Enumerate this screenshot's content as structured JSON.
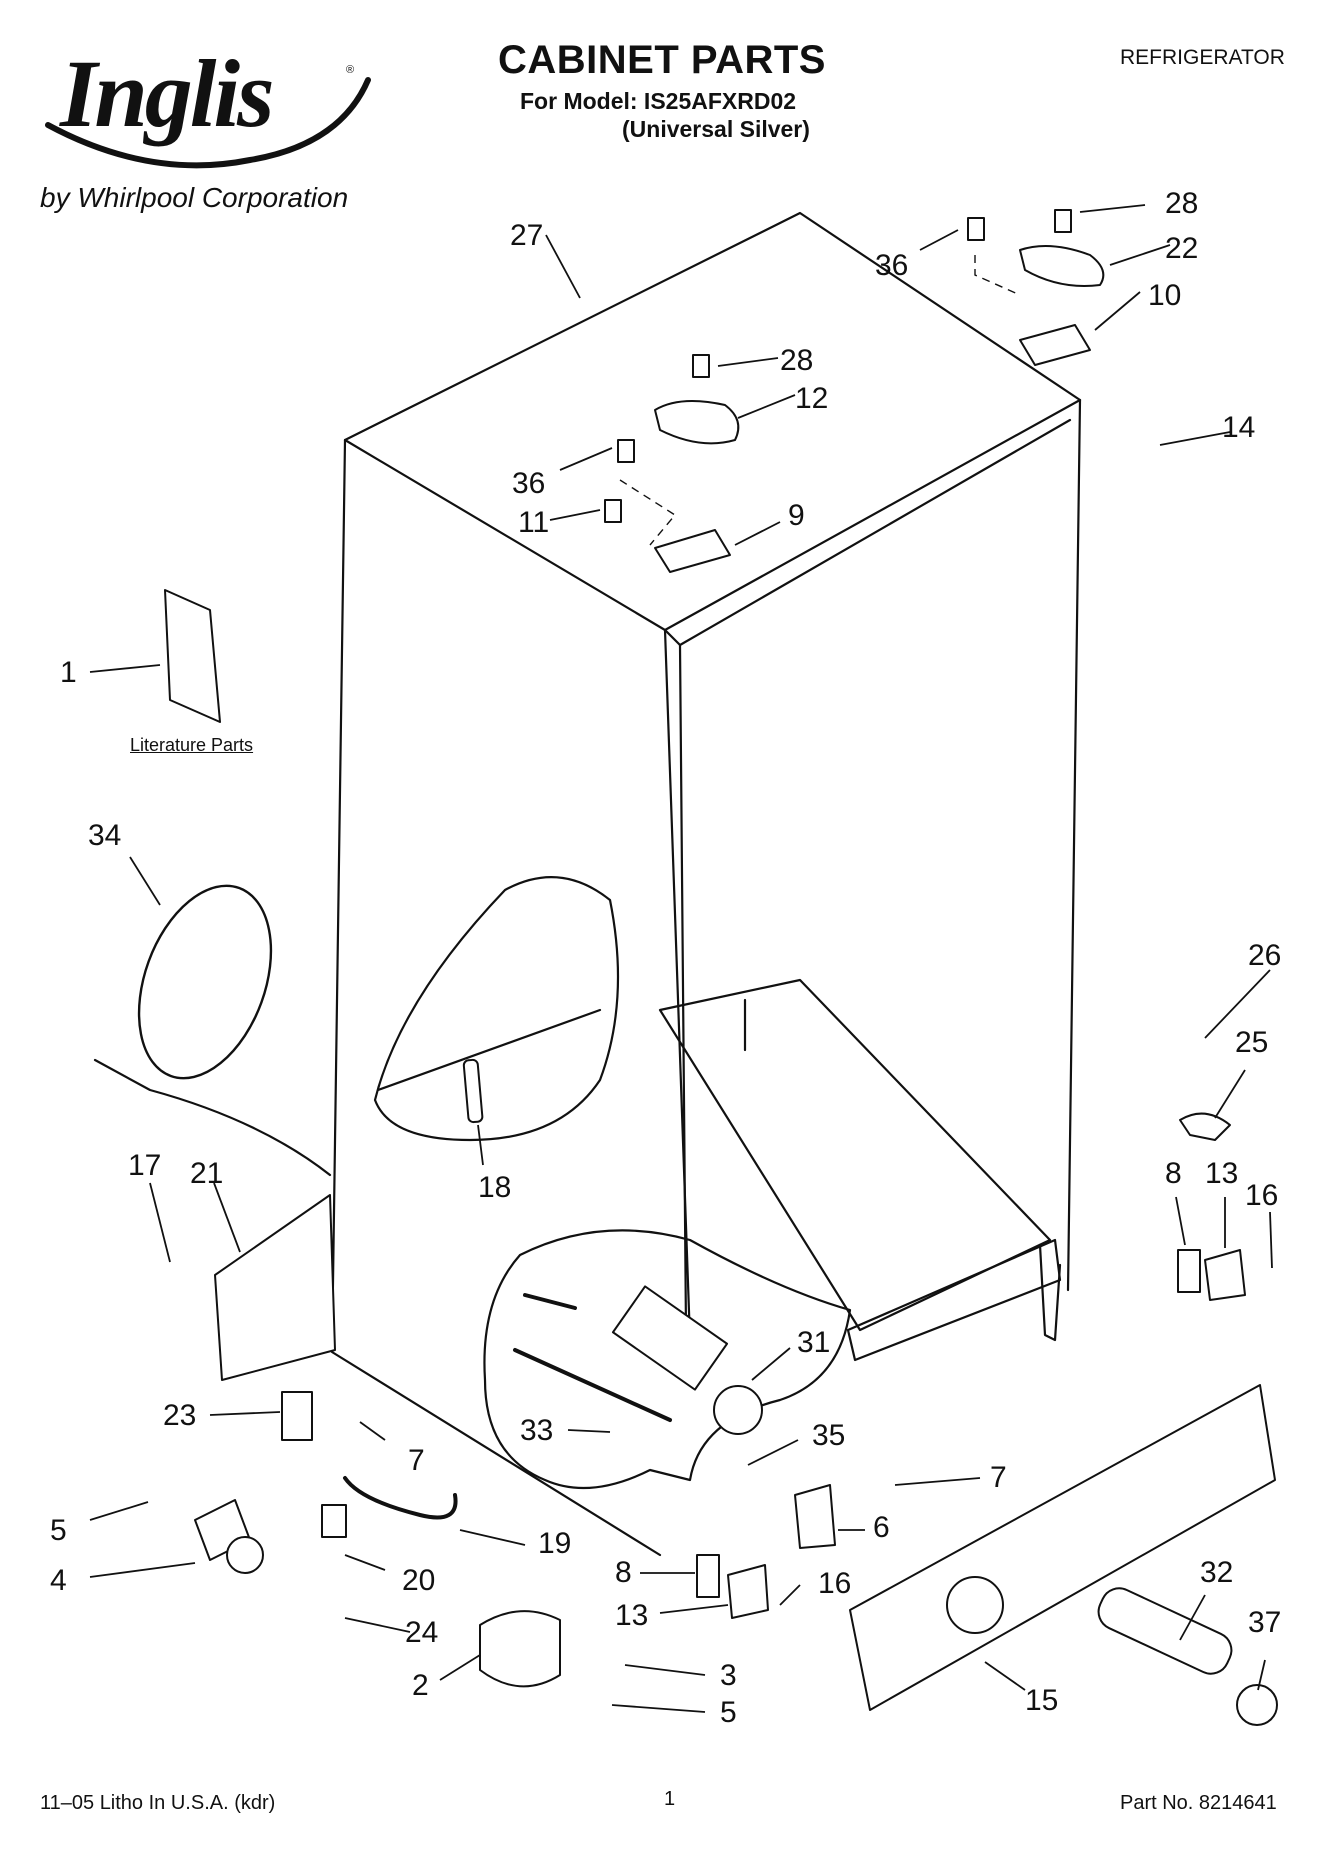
{
  "header": {
    "brand": "Inglis",
    "brand_mark": "®",
    "brand_sub": "by Whirlpool Corporation",
    "title": "CABINET PARTS",
    "model_line": "For Model: IS25AFXRD02",
    "variant_line": "(Universal Silver)",
    "category": "REFRIGERATOR"
  },
  "diagram": {
    "literature_label": "Literature Parts",
    "callouts": [
      "27",
      "28",
      "22",
      "36",
      "10",
      "28",
      "12",
      "14",
      "36",
      "11",
      "9",
      "1",
      "34",
      "26",
      "25",
      "18",
      "8",
      "13",
      "16",
      "17",
      "21",
      "31",
      "23",
      "33",
      "35",
      "7",
      "7",
      "6",
      "5",
      "19",
      "20",
      "4",
      "8",
      "16",
      "13",
      "24",
      "3",
      "2",
      "5",
      "32",
      "37",
      "15"
    ]
  },
  "footer": {
    "litho": "11–05 Litho In U.S.A. (kdr)",
    "page_number": "1",
    "part_no": "Part No. 8214641"
  }
}
